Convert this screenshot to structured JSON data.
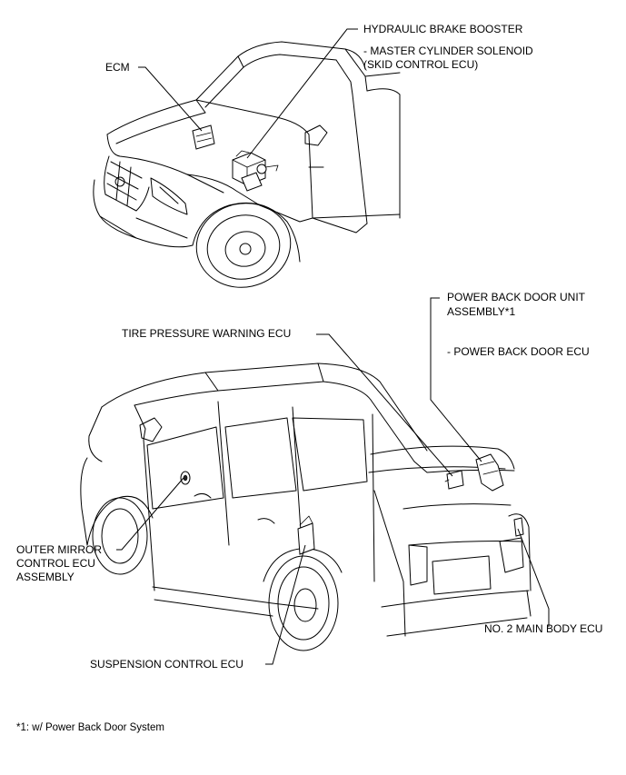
{
  "labels": {
    "ecm": "ECM",
    "brake_booster": "HYDRAULIC BRAKE BOOSTER",
    "master_cyl_1": "- MASTER CYLINDER SOLENOID",
    "master_cyl_2": "(SKID CONTROL ECU)",
    "power_back_1": "POWER BACK DOOR UNIT",
    "power_back_2": "ASSEMBLY*1",
    "power_back_ecu": "- POWER BACK DOOR ECU",
    "tire_pressure": "TIRE PRESSURE WARNING ECU",
    "outer_mirror_1": "OUTER MIRROR",
    "outer_mirror_2": "CONTROL ECU",
    "outer_mirror_3": "ASSEMBLY",
    "suspension": "SUSPENSION CONTROL ECU",
    "main_body": "NO. 2 MAIN BODY ECU",
    "footnote": "*1: w/ Power Back Door System"
  }
}
